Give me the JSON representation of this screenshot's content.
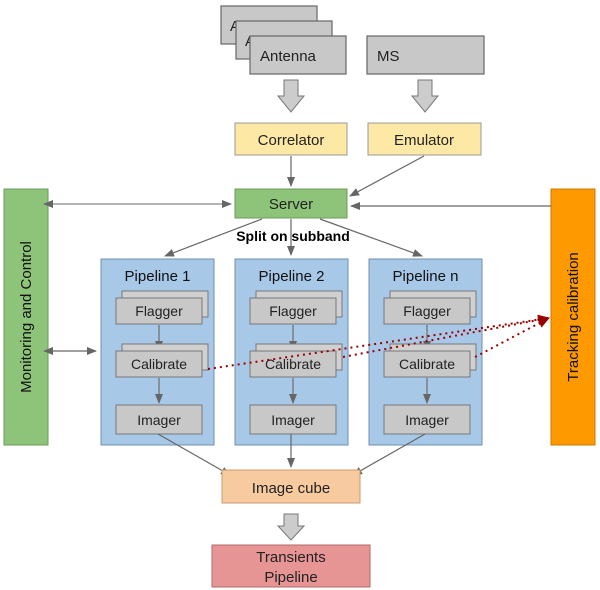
{
  "sources": {
    "antenna_stack_1": "A",
    "antenna_stack_2": "A",
    "antenna": "Antenna",
    "ms": "MS"
  },
  "correlator": "Correlator",
  "emulator": "Emulator",
  "server": "Server",
  "split_label": "Split on subband",
  "monitoring": "Monitoring and Control",
  "tracking": "Tracking calibration",
  "pipelines": [
    {
      "title": "Pipeline 1",
      "flagger": "Flagger",
      "calibrate": "Calibrate",
      "imager": "Imager"
    },
    {
      "title": "Pipeline 2",
      "flagger": "Flagger",
      "calibrate": "Calibrate",
      "imager": "Imager"
    },
    {
      "title": "Pipeline n",
      "flagger": "Flagger",
      "calibrate": "Calibrate",
      "imager": "Imager"
    }
  ],
  "image_cube": "Image cube",
  "transients": {
    "line1": "Transients",
    "line2": "Pipeline"
  },
  "colors": {
    "gray_box": "#c8c8c8",
    "yellow_box": "#fde9a5",
    "green_box": "#8ec47a",
    "blue_pipeline": "#a8c8e8",
    "orange_box": "#ff9900",
    "peach_box": "#f7ca9f",
    "red_box": "#e79494",
    "dotted_arrow": "#990000"
  }
}
